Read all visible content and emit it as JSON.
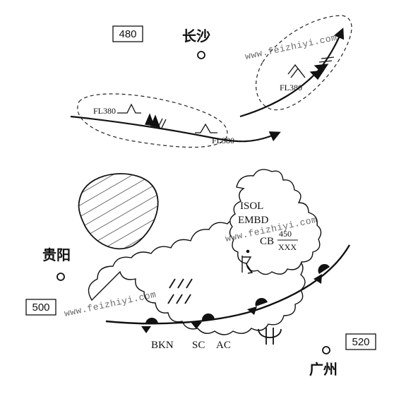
{
  "cities": [
    {
      "name": "长沙"
    },
    {
      "name": "贵阳"
    },
    {
      "name": "广州"
    }
  ],
  "grid_boxes": [
    "480",
    "500",
    "520"
  ],
  "jet_streams": [
    {
      "label": "FL380"
    },
    {
      "label": "FL380"
    },
    {
      "label": "FL380"
    }
  ],
  "cb_cloud": {
    "line1": "ISOL",
    "line2": "EMBD",
    "type": "CB",
    "top": "450",
    "base": "XXX"
  },
  "cloud_area": {
    "amount": "BKN",
    "types": [
      "SC",
      "AC"
    ]
  },
  "watermark": "www.feizhiyi.com"
}
